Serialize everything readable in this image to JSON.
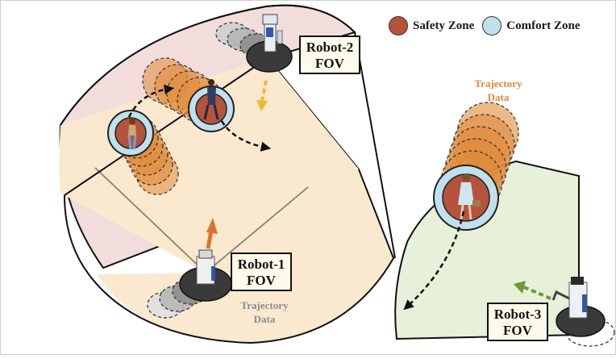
{
  "legend": {
    "safety_label": "Safety Zone",
    "comfort_label": "Comfort Zone"
  },
  "robots": [
    {
      "name": "Robot-2",
      "fov": "FOV"
    },
    {
      "name": "Robot-1",
      "fov": "FOV"
    },
    {
      "name": "Robot-3",
      "fov": "FOV"
    }
  ],
  "trajectory_labels": [
    {
      "line1": "Trajectory",
      "line2": "Data"
    },
    {
      "line1": "Trajectory",
      "line2": "Data"
    }
  ],
  "colors": {
    "safety_zone": "#b5533c",
    "comfort_zone": "#bfe0ec",
    "trajectory_orange": "#e08a3a",
    "trajectory_gray": "#8c8c8c",
    "robot1_fov_fill": "#fbe9cf",
    "robot2_fov_fill": "#f2dcdc",
    "robot3_fov_fill": "#e7f0d8",
    "robot1_heading": "#e07030",
    "robot2_heading": "#f2b632",
    "robot3_heading": "#6a9a3c"
  }
}
